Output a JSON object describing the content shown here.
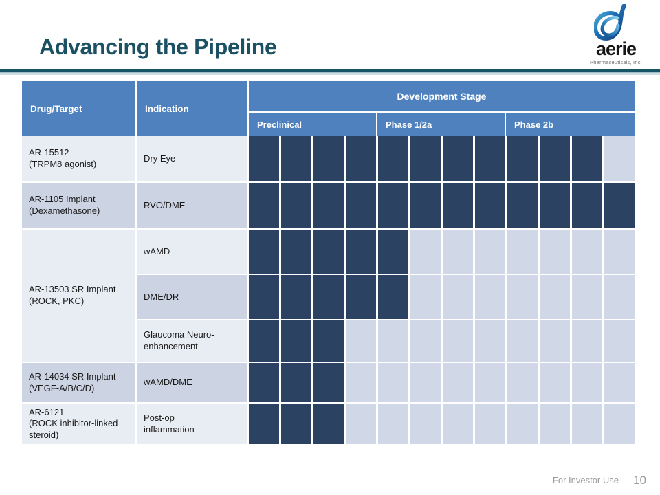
{
  "slide": {
    "title": "Advancing the Pipeline",
    "title_color": "#1b5163",
    "rule_color": "#175565"
  },
  "logo": {
    "icon": "aerie-swirl-logo-icon",
    "wordmark": "aerie",
    "tagline": "Pharmaceuticals, Inc.",
    "brand_color": "#1f6fb5"
  },
  "table": {
    "header": {
      "drug_target": "Drug/Target",
      "indication": "Indication",
      "development_stage": "Development Stage",
      "phases": [
        "Preclinical",
        "Phase 1/2a",
        "Phase 2b"
      ],
      "header_bg": "#4e81be",
      "header_text_color": "#ffffff"
    },
    "rows": [
      {
        "drug": "AR-15512\n(TRPM8 agonist)",
        "indication": "Dry Eye",
        "filled": 11,
        "total": 12,
        "drug_shade": "light",
        "indication_shade": "light",
        "drug_rowspan": 1
      },
      {
        "drug": "AR-1105 Implant\n(Dexamethasone)",
        "indication": "RVO/DME",
        "filled": 12,
        "total": 12,
        "drug_shade": "dark",
        "indication_shade": "dark",
        "drug_rowspan": 1
      },
      {
        "drug": "AR-13503 SR Implant\n(ROCK, PKC)",
        "indication": "wAMD",
        "filled": 5,
        "total": 12,
        "drug_shade": "light",
        "indication_shade": "light",
        "drug_rowspan": 3
      },
      {
        "drug": "",
        "indication": "DME/DR",
        "filled": 5,
        "total": 12,
        "drug_shade": "light",
        "indication_shade": "dark",
        "drug_rowspan": 0
      },
      {
        "drug": "",
        "indication": "Glaucoma Neuro-\nenhancement",
        "filled": 3,
        "total": 12,
        "drug_shade": "light",
        "indication_shade": "light",
        "drug_rowspan": 0
      },
      {
        "drug": "AR-14034 SR Implant\n(VEGF-A/B/C/D)",
        "indication": "wAMD/DME",
        "filled": 3,
        "total": 12,
        "drug_shade": "dark",
        "indication_shade": "dark",
        "drug_rowspan": 1
      },
      {
        "drug": "AR-6121\n(ROCK inhibitor-linked\nsteroid)",
        "indication": "Post-op\ninflammation",
        "filled": 3,
        "total": 12,
        "drug_shade": "light",
        "indication_shade": "light",
        "drug_rowspan": 1
      }
    ],
    "bar_fill_color": "#2b4263",
    "bar_empty_color": "#d0d8e8"
  },
  "footer": {
    "investor_note": "For Investor Use",
    "page_number": "10"
  },
  "chart_data": {
    "type": "bar",
    "title": "Advancing the Pipeline",
    "xlabel": "Development Stage",
    "ylabel": "Drug/Target",
    "categories": [
      "AR-15512 (TRPM8 agonist) — Dry Eye",
      "AR-1105 Implant (Dexamethasone) — RVO/DME",
      "AR-13503 SR Implant (ROCK, PKC) — wAMD",
      "AR-13503 SR Implant (ROCK, PKC) — DME/DR",
      "AR-13503 SR Implant (ROCK, PKC) — Glaucoma Neuro-enhancement",
      "AR-14034 SR Implant (VEGF-A/B/C/D) — wAMD/DME",
      "AR-6121 (ROCK inhibitor-linked steroid) — Post-op inflammation"
    ],
    "values": [
      11,
      12,
      5,
      5,
      3,
      3,
      3
    ],
    "xlim": [
      0,
      12
    ],
    "x_segments": 12,
    "stage_labels": [
      "Preclinical",
      "Phase 1/2a",
      "Phase 2b"
    ],
    "segments_per_stage": 4,
    "grid": true,
    "legend": "none"
  }
}
